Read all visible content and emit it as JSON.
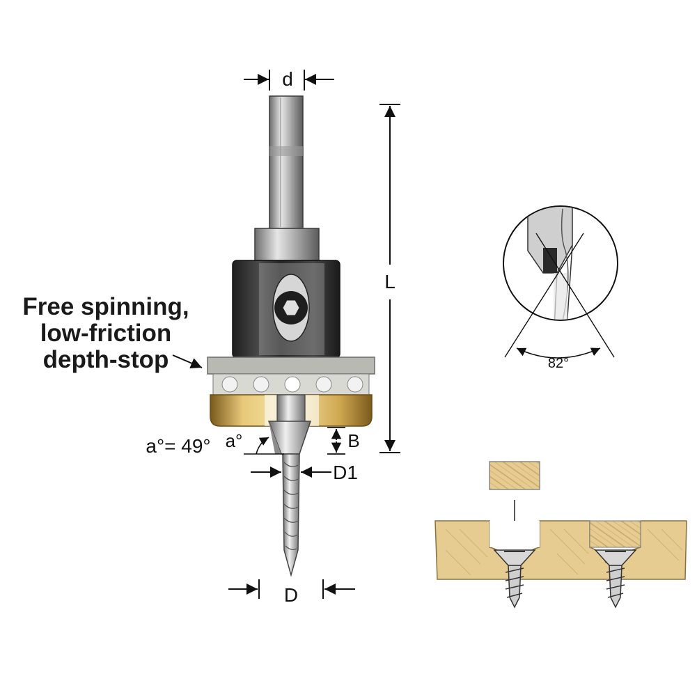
{
  "callout": {
    "line1": "Free spinning,",
    "line2": "low-friction",
    "line3": "depth-stop"
  },
  "dimensions": {
    "shank_diameter": "d",
    "overall_length": "L",
    "cutter_angle_symbol": "a°",
    "cutter_angle_value": "a°= 49°",
    "counterbore_depth": "B",
    "pilot_diameter": "D1",
    "countersink_diameter": "D"
  },
  "detail": {
    "tip_angle": "82°"
  },
  "colors": {
    "steel_light": "#c8c8c8",
    "steel_dark": "#5a5a5a",
    "collar_black": "#222222",
    "brass": "#c9a450",
    "wood": "#e3c98a",
    "wood_grain": "#c9a468",
    "dimension_line": "#111111"
  }
}
